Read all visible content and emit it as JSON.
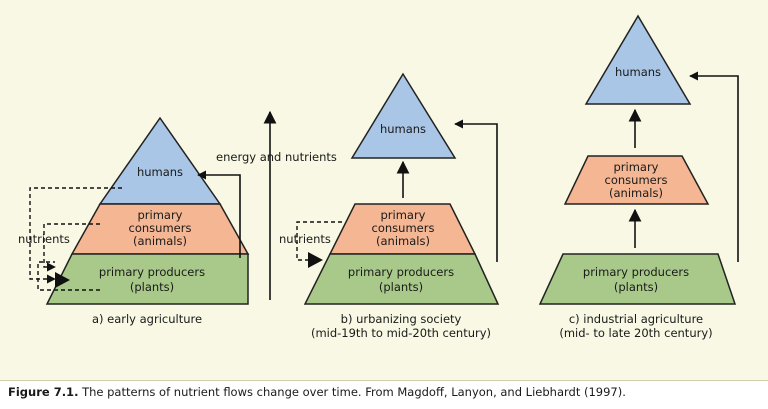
{
  "panels": [
    {
      "id": "a",
      "caption_lines": [
        "a) early agriculture"
      ],
      "humans": "humans",
      "consumers_lines": [
        "primary",
        "consumers",
        "(animals)"
      ],
      "producers_lines": [
        "primary producers",
        "(plants)"
      ],
      "side_label": "nutrients"
    },
    {
      "id": "b",
      "caption_lines": [
        "b) urbanizing society",
        "(mid-19th to mid-20th century)"
      ],
      "humans": "humans",
      "consumers_lines": [
        "primary",
        "consumers",
        "(animals)"
      ],
      "producers_lines": [
        "primary producers",
        "(plants)"
      ],
      "side_label": "nutrients"
    },
    {
      "id": "c",
      "caption_lines": [
        "c) industrial agriculture",
        "(mid- to late 20th century)"
      ],
      "humans": "humans",
      "consumers_lines": [
        "primary",
        "consumers",
        "(animals)"
      ],
      "producers_lines": [
        "primary producers",
        "(plants)"
      ]
    }
  ],
  "center_label": "energy and nutrients",
  "figure_caption": {
    "label": "Figure 7.1.",
    "text": " The patterns of nutrient flows change over time. From Magdoff, Lanyon, and Liebhardt (1997)."
  },
  "colors": {
    "humans": "#a9c6e7",
    "consumers": "#f4b693",
    "producers": "#a8c98a",
    "background": "#f8f8e4"
  }
}
